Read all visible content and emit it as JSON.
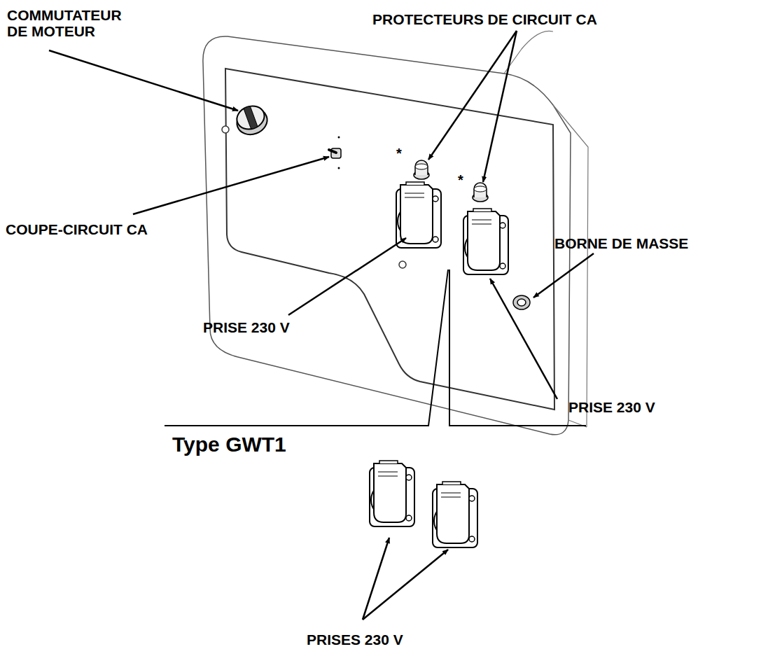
{
  "diagram": {
    "labels": [
      "COMMUTATEUR DE MOTEUR",
      "PROTECTEURS DE CIRCUIT CA",
      "*",
      "*",
      "COUPE-CIRCUIT CA",
      "BORNE DE MASSE",
      "PRISE 230 V",
      "PRISE 230 V",
      "Type GWT1",
      "PRISES 230 V"
    ]
  }
}
